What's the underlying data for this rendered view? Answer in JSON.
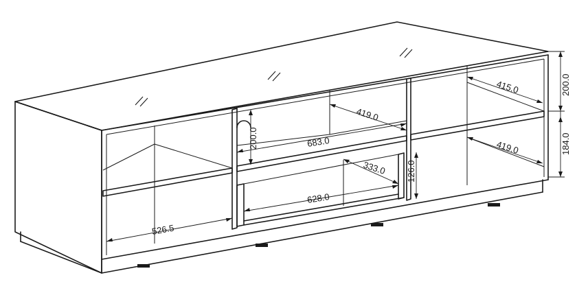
{
  "dimensions": {
    "left_bottom_depth": "526.5",
    "center_top_depth": "419.0",
    "center_width": "683.0",
    "center_height": "200.0",
    "drawer_depth": "333.0",
    "drawer_width": "628.0",
    "drawer_height": "126.0",
    "right_top_depth": "415.0",
    "right_bottom_depth": "419.0",
    "right_top_height": "200.0",
    "right_bottom_height": "184.0"
  }
}
